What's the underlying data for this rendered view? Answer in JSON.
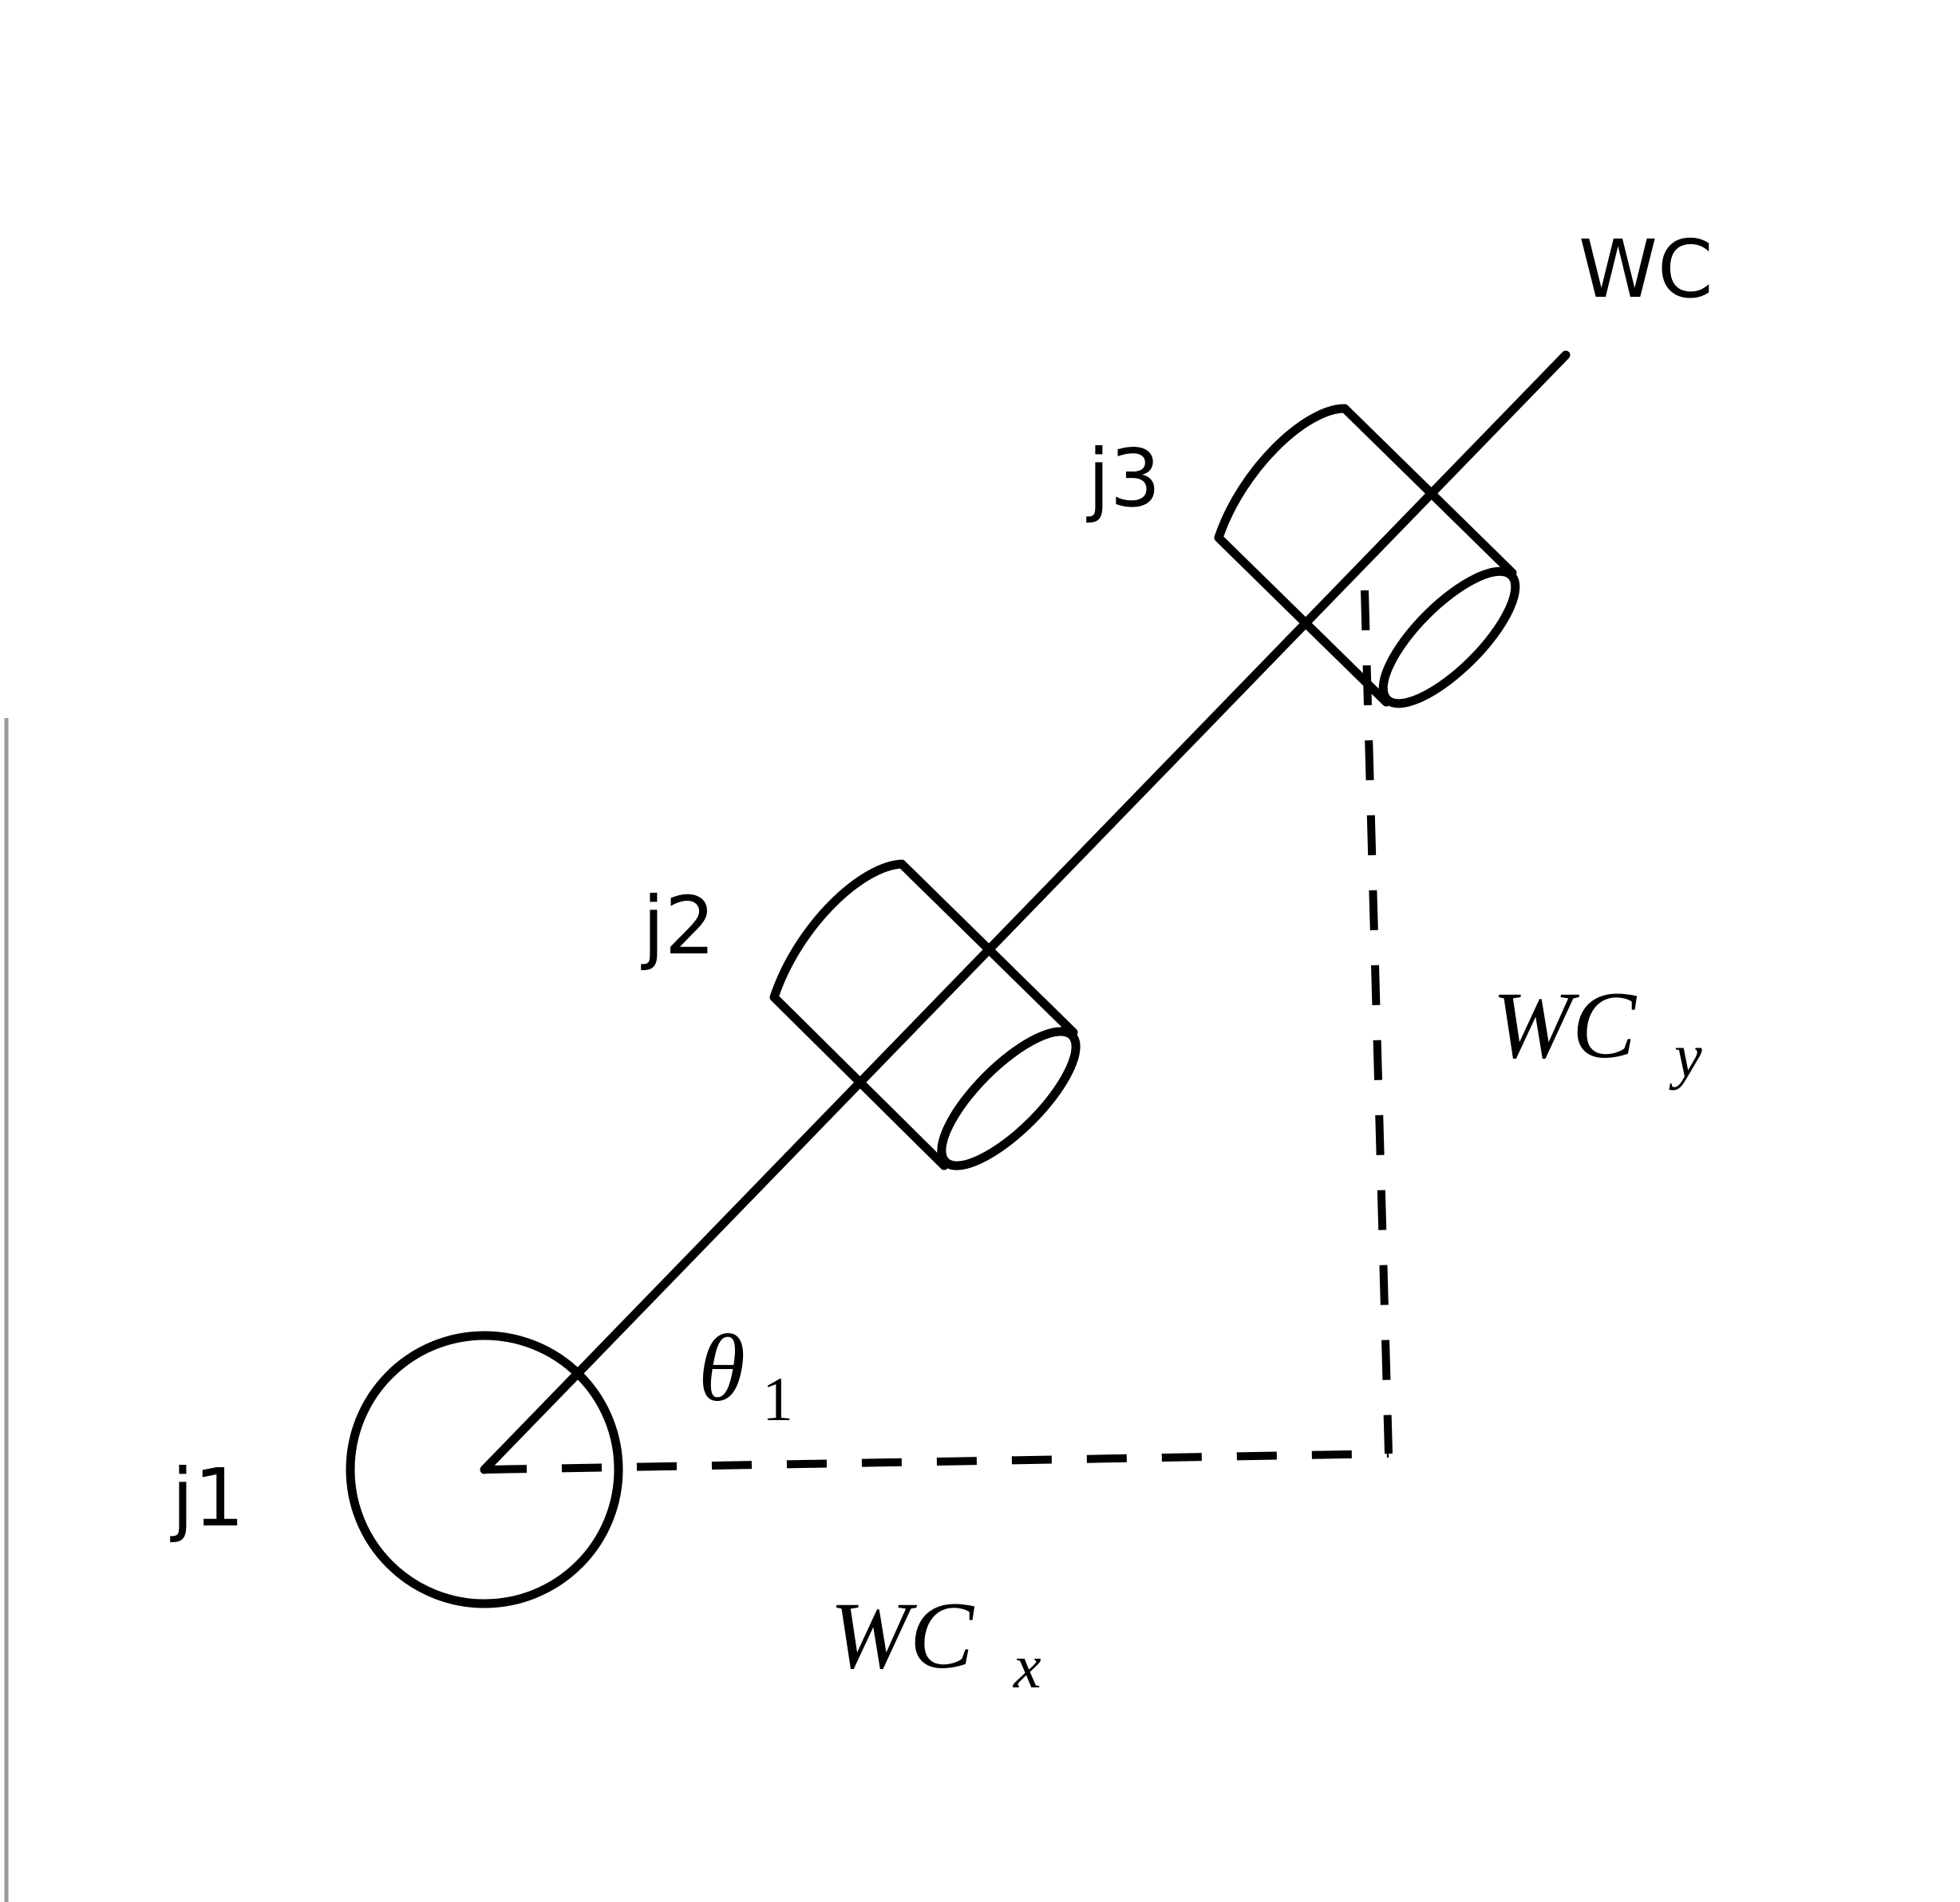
{
  "labels": {
    "wc": "WC",
    "j1": "j1",
    "j2": "j2",
    "j3": "j3",
    "theta": "θ",
    "theta_sub": "1",
    "wcx_main": "WC",
    "wcx_sub": "x",
    "wcy_main": "WC",
    "wcy_sub": "y"
  },
  "colors": {
    "stroke": "#000000",
    "background": "#ffffff"
  }
}
